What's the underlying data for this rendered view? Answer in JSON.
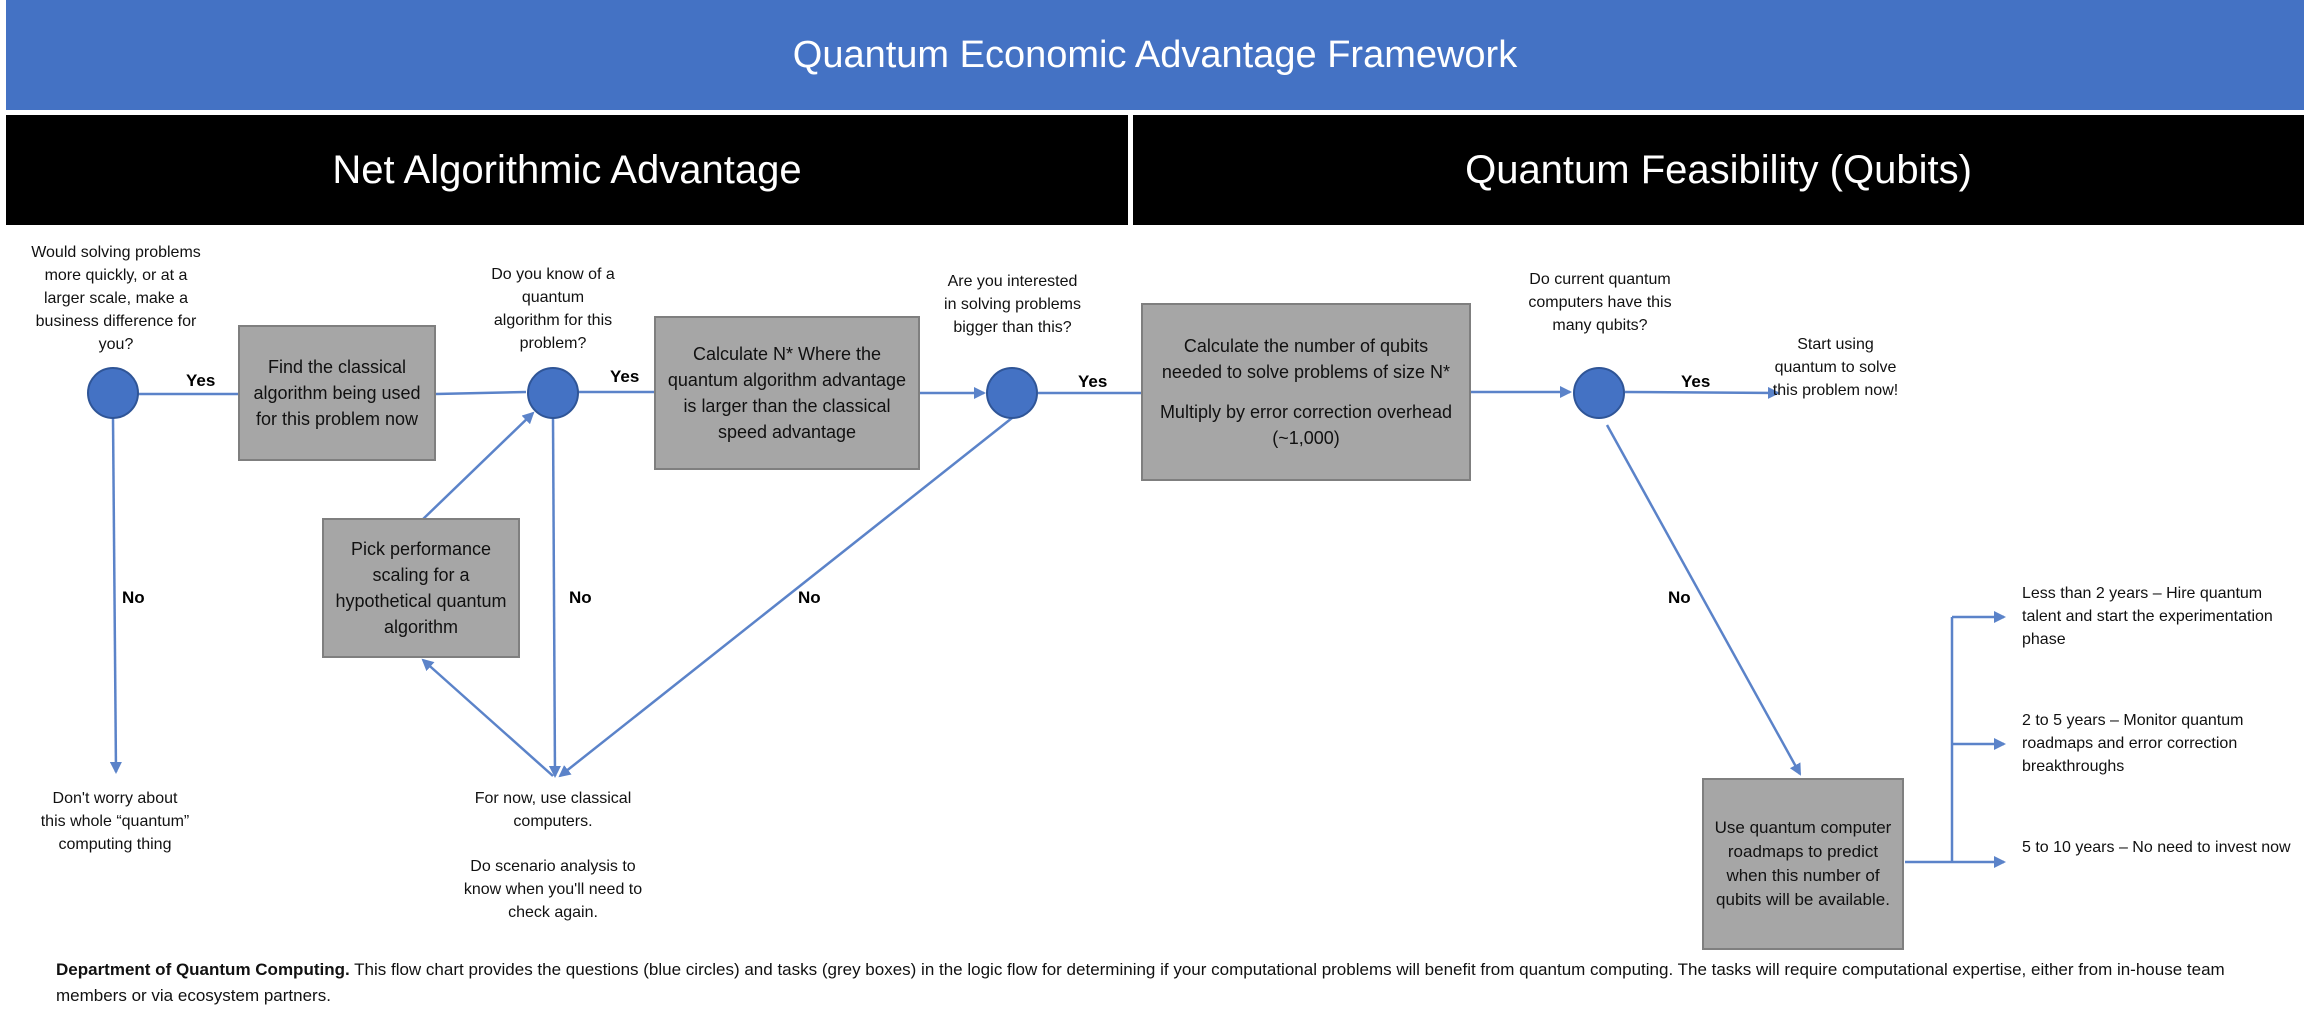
{
  "title": "Quantum Economic Advantage Framework",
  "sections": {
    "left": "Net Algorithmic Advantage",
    "right": "Quantum Feasibility (Qubits)"
  },
  "colors": {
    "banner": "#4472c4",
    "node": "#4472c4",
    "box": "#a6a6a6",
    "line": "#5b83c9"
  },
  "questions": {
    "q1": "Would solving problems more quickly, or at a larger scale, make a business difference for you?",
    "q2": "Do you know of a quantum algorithm for this problem?",
    "q3": "Are you interested in solving problems bigger than this?",
    "q4": "Do current quantum computers have this many qubits?"
  },
  "tasks": {
    "find_classical": "Find the classical algorithm being used for this problem now",
    "pick_scaling": "Pick performance scaling for a hypothetical quantum algorithm",
    "calc_n": "Calculate N* Where the quantum algorithm advantage is larger than the classical speed advantage",
    "calc_qubits_1": "Calculate the number of qubits needed to solve problems of size N*",
    "calc_qubits_2": "Multiply by error correction overhead (~1,000)",
    "roadmaps": "Use quantum computer roadmaps to predict when this number of qubits will be available."
  },
  "outcomes": {
    "dont_worry": "Don't worry about this whole “quantum” computing thing",
    "classical_1": "For now, use classical computers.",
    "classical_2": "Do scenario analysis to know when you'll need to check again.",
    "start_using": "Start using quantum to solve this problem now!"
  },
  "edge_labels": {
    "yes": "Yes",
    "no": "No"
  },
  "timeline": [
    "Less than 2 years – Hire quantum talent and start the experimentation phase",
    "2 to 5 years  – Monitor quantum roadmaps and error correction breakthroughs",
    "5 to 10 years  – No need to invest now"
  ],
  "caption": {
    "bold": "Department of Quantum Computing.",
    "text": " This flow chart provides the questions (blue circles) and tasks (grey boxes) in the logic flow for determining if your computational problems will benefit from quantum computing. The tasks will require computational expertise, either from in-house team members or via ecosystem partners."
  }
}
